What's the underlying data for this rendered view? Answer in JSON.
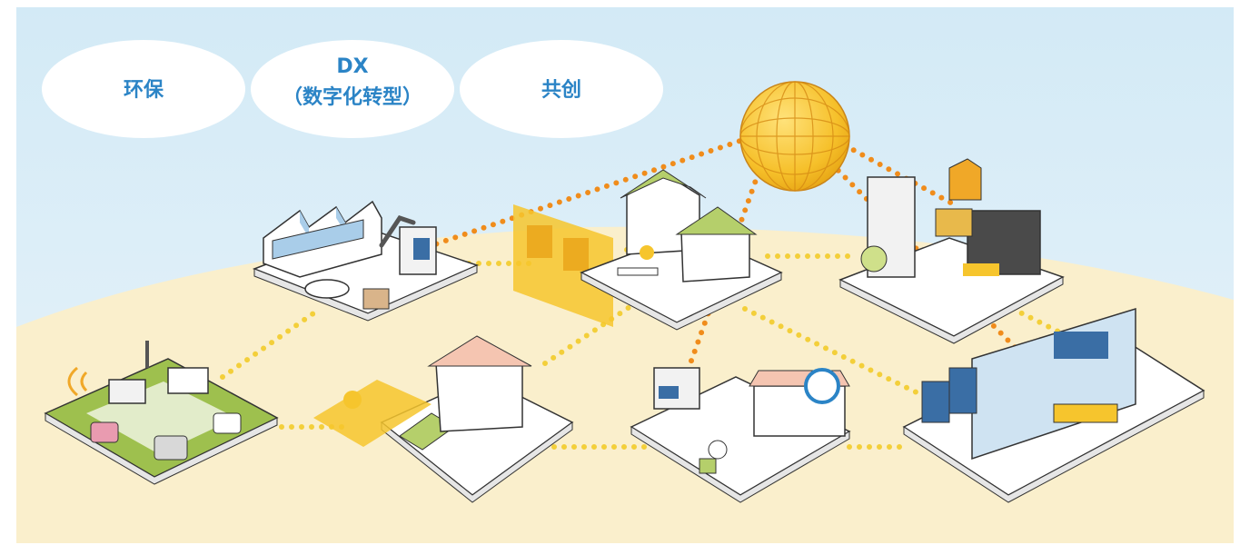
{
  "bubbles": {
    "environment": "环保",
    "dx_title": "DX",
    "dx_subtitle": "（数字化转型）",
    "cocreation": "共创"
  },
  "colors": {
    "sky_top": "#d6ebf6",
    "sky_bottom": "#e6f2f9",
    "ground": "#faf0cf",
    "dot_gold": "#f3d13c",
    "dot_orange": "#f08c1b",
    "globe": "#f7c52d",
    "bubble_text": "#2b84c6"
  },
  "icons": [
    "globe-icon",
    "factory-icon",
    "robot-arm-icon",
    "house-icon",
    "video-call-icon",
    "yoga-icon",
    "smart-farm-icon",
    "delivery-truck-icon",
    "clothing-factory-icon",
    "store-icon",
    "printer-icon",
    "retail-display-icon"
  ]
}
